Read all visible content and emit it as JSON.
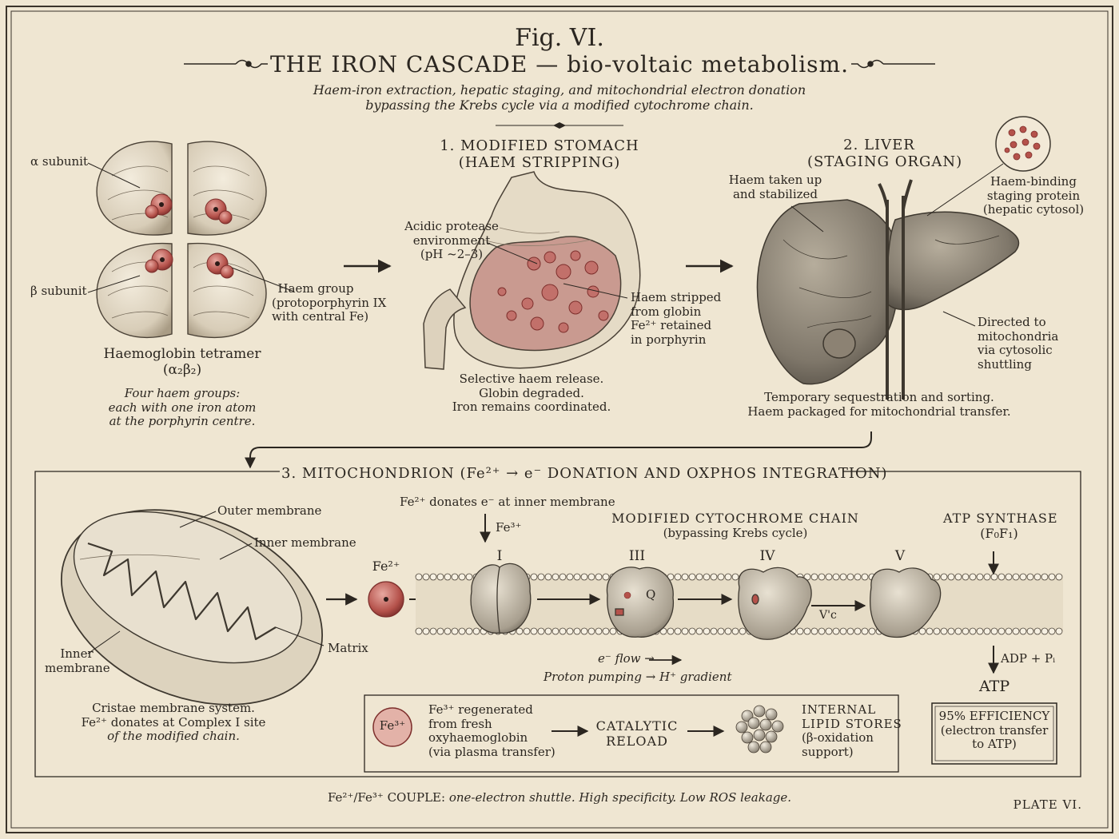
{
  "header": {
    "fig_label": "Fig. VI.",
    "title": "THE IRON CASCADE — bio-voltaic metabolism.",
    "subtitle_line1": "Haem-iron extraction, hepatic staging, and mitochondrial electron donation",
    "subtitle_line2": "bypassing the Krebs cycle via a modified cytochrome chain."
  },
  "haemoglobin": {
    "alpha_label": "α subunit",
    "beta_label": "β subunit",
    "haem_label": [
      "Haem group",
      "(protoporphyrin IX",
      "with central Fe)"
    ],
    "title": "Haemoglobin tetramer",
    "formula": "(α₂β₂)",
    "caption": [
      "Four haem groups:",
      "each with one iron atom",
      "at the porphyrin centre."
    ]
  },
  "stomach": {
    "title": "1. MODIFIED STOMACH",
    "subtitle": "(HAEM STRIPPING)",
    "acid_label": [
      "Acidic protease",
      "environment",
      "(pH ~2–3)"
    ],
    "strip_label": [
      "Haem stripped",
      "from globin",
      "Fe²⁺ retained",
      "in porphyrin"
    ],
    "caption": [
      "Selective haem release.",
      "Globin degraded.",
      "Iron remains coordinated."
    ]
  },
  "liver": {
    "title": "2. LIVER",
    "subtitle": "(STAGING ORGAN)",
    "taken_label": [
      "Haem taken up",
      "and stabilized"
    ],
    "protein_label": [
      "Haem-binding",
      "staging protein",
      "(hepatic cytosol)"
    ],
    "directed_label": [
      "Directed to",
      "mitochondria",
      "via cytosolic",
      "shuttling"
    ],
    "caption": [
      "Temporary sequestration and sorting.",
      "Haem packaged for mitochondrial transfer."
    ]
  },
  "mito": {
    "section_title": "3. MITOCHONDRION (Fe²⁺ → e⁻ DONATION AND OXPHOS INTEGRATION)",
    "outer_label": "Outer membrane",
    "inner_label": "Inner membrane",
    "inner_label2": [
      "Inner",
      "membrane"
    ],
    "matrix_label": "Matrix",
    "caption": [
      "Cristae membrane system.",
      "Fe²⁺ donates at Complex I site",
      "of the modified chain."
    ],
    "fe2_label": "Fe²⁺",
    "donates_label": "Fe²⁺ donates e⁻ at inner membrane",
    "fe3_label": "Fe³⁺",
    "chain_title": "MODIFIED CYTOCHROME CHAIN",
    "chain_subtitle": "(bypassing Krebs cycle)",
    "complexes": [
      "I",
      "III",
      "IV",
      "V"
    ],
    "q_label": "Q",
    "c_label": "V'c",
    "atp_synthase_title": "ATP SYNTHASE",
    "atp_synthase_sub": "(F₀F₁)",
    "eflow": "e⁻ flow →",
    "proton": "Proton pumping → H⁺ gradient",
    "adp": "ADP + Pᵢ",
    "atp": "ATP",
    "efficiency": [
      "95% EFFICIENCY",
      "(electron transfer",
      "to ATP)"
    ]
  },
  "reload": {
    "fe3_badge": "Fe³⁺",
    "regen": [
      "Fe³⁺ regenerated",
      "from fresh",
      "oxyhaemoglobin",
      "(via plasma transfer)"
    ],
    "catalytic": [
      "CATALYTIC",
      "RELOAD"
    ],
    "lipid": [
      "INTERNAL",
      "LIPID STORES",
      "(β-oxidation",
      "support)"
    ]
  },
  "footer": {
    "couple_bold": "Fe²⁺/Fe³⁺ COUPLE:",
    "couple_text": " one-electron shuttle. High specificity. Low ROS leakage.",
    "plate": "PLATE VI."
  }
}
